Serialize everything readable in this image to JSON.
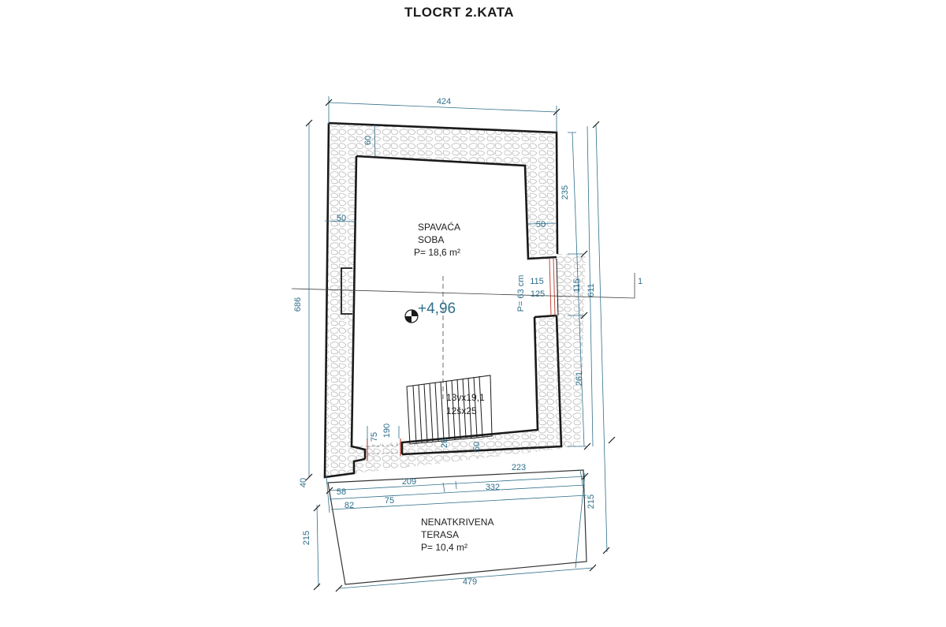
{
  "title": "TLOCRT 2.KATA",
  "rooms": {
    "bedroom": {
      "name1": "SPAVAĆA",
      "name2": "SOBA",
      "area": "P= 18,6 m²"
    },
    "terrace": {
      "name1": "NENATKRIVENA",
      "name2": "TERASA",
      "area": "P= 10,4 m²"
    }
  },
  "elevation": "+4,96",
  "window_height": "P= 63 cm",
  "stairs": {
    "line1": "13vx19,1",
    "line2": "12šx25"
  },
  "section_mark": "1",
  "dimensions": {
    "top_width": "424",
    "top_wall": "60",
    "left_wall": "50",
    "right_wall": "50",
    "right_upper": "235",
    "right_mid": "115",
    "right_total": "611",
    "right_lower": "261",
    "left_total": "686",
    "opening_a": "115",
    "opening_b": "125",
    "door_a": "75",
    "door_b": "190",
    "step_a": "28",
    "step_b": "50",
    "bottom_a": "209",
    "bottom_b": "223",
    "row2_a": "58",
    "row2_b": "332",
    "row3_a": "82",
    "row3_b": "75",
    "terrace_left": "215",
    "terrace_right": "215",
    "small_left": "40",
    "terrace_width": "479"
  },
  "colors": {
    "wall": "#1a1a1a",
    "dim": "#2f6f8a",
    "stone": "#bcbcbc",
    "accent": "#c44a3a"
  }
}
